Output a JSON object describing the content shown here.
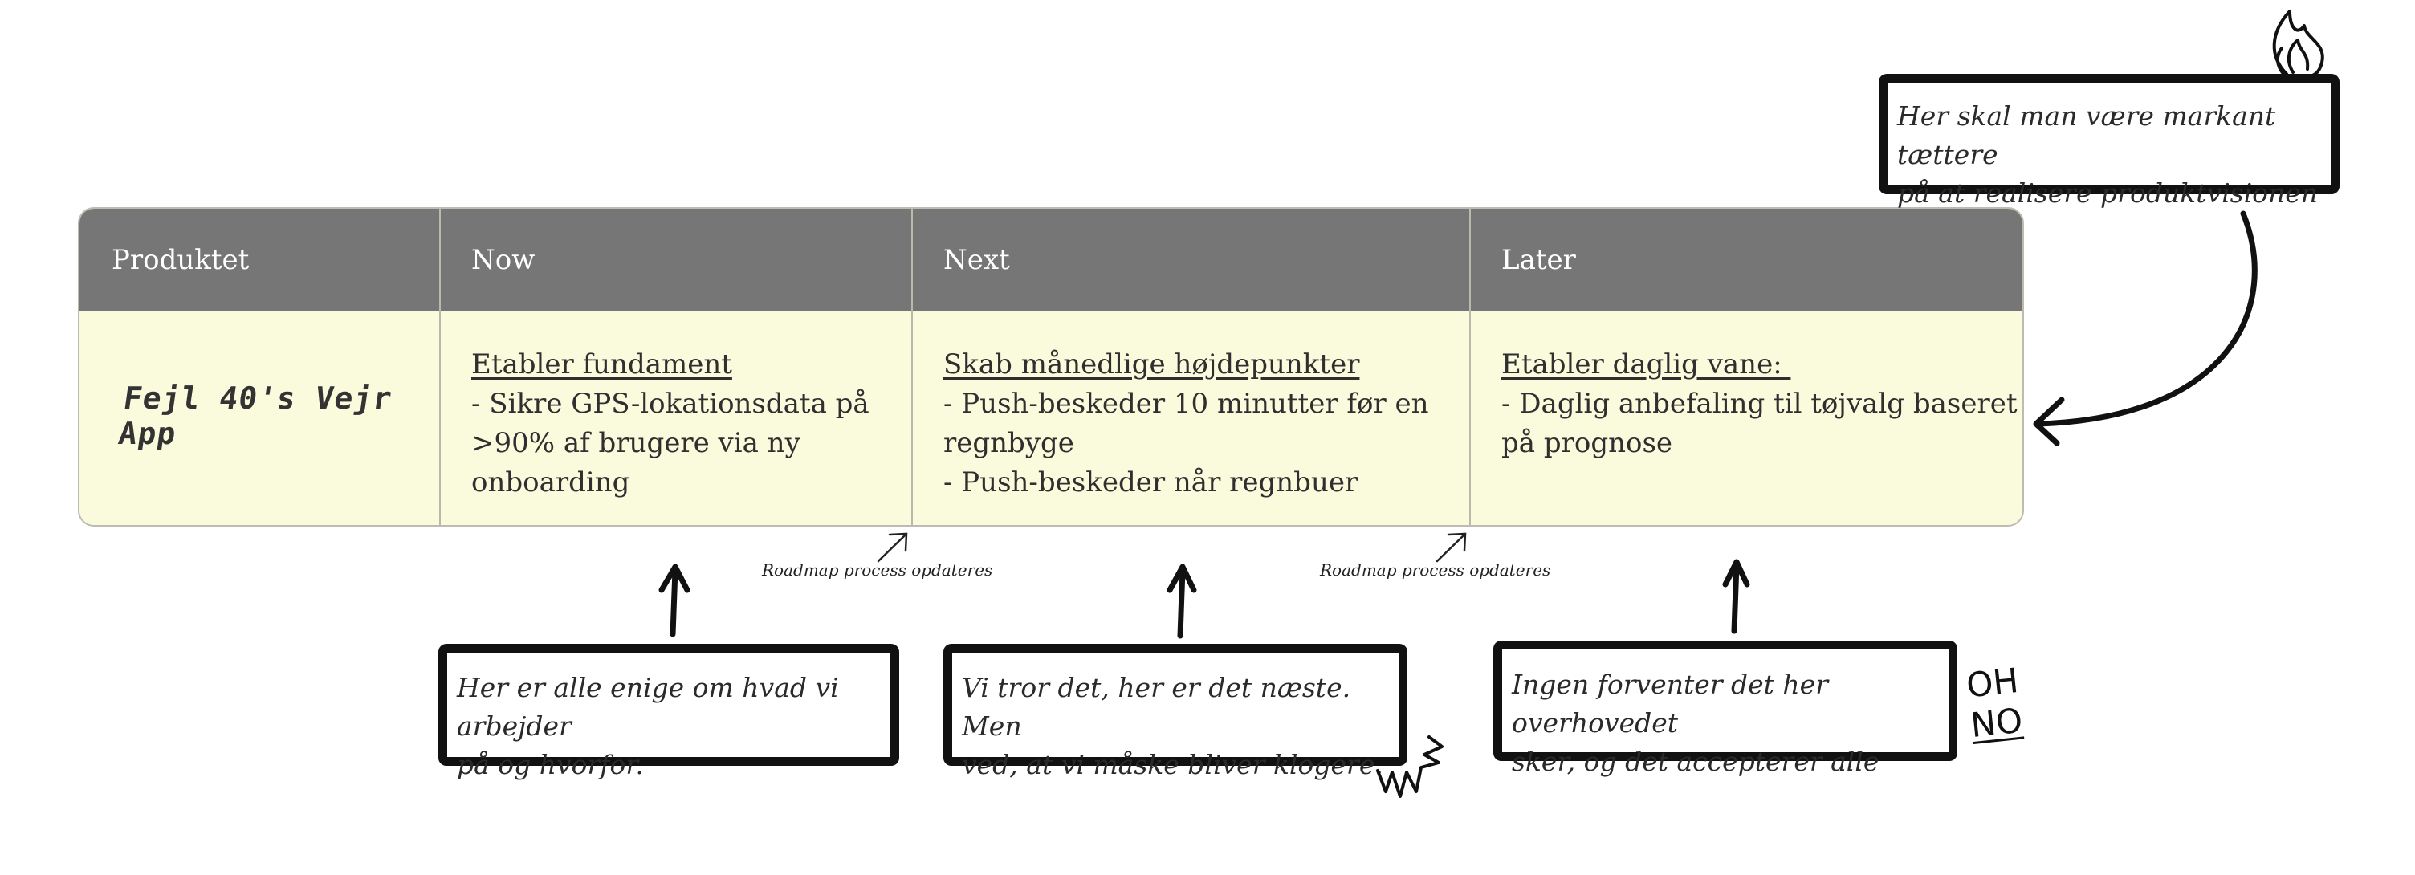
{
  "table": {
    "headers": [
      "Produktet",
      "Now",
      "Next",
      "Later"
    ],
    "product": "Fejl 40's Vejr App",
    "now": {
      "title": "Etabler fundament",
      "lines": [
        "- Sikre GPS-lokationsdata på",
        ">90% af brugere via ny",
        "onboarding"
      ]
    },
    "next": {
      "title": "Skab månedlige højdepunkter",
      "lines": [
        "- Push-beskeder 10 minutter før en",
        "regnbyge",
        "- Push-beskeder når regnbuer"
      ]
    },
    "later": {
      "title": "Etabler daglig vane: ",
      "lines": [
        "- Daglig anbefaling til tøjvalg baseret",
        "på prognose"
      ]
    }
  },
  "roadmap_labels": [
    "Roadmap process opdateres",
    "Roadmap process opdateres"
  ],
  "notes": {
    "top_right": [
      "Her skal man være markant tættere",
      "på at realisere produktvisionen"
    ],
    "now": [
      "Her er alle enige om hvad vi arbejder",
      "på og hvorfor."
    ],
    "next": [
      "Vi tror det, her er det næste. Men",
      "ved, at vi måske bliver klogere."
    ],
    "later": [
      "Ingen forventer det her overhovedet",
      "sker, og det accepterer alle"
    ]
  },
  "doodle": {
    "oh": "OH",
    "no": "NO"
  },
  "icons": [
    "flame-icon",
    "zigzag-doodle-icon"
  ]
}
